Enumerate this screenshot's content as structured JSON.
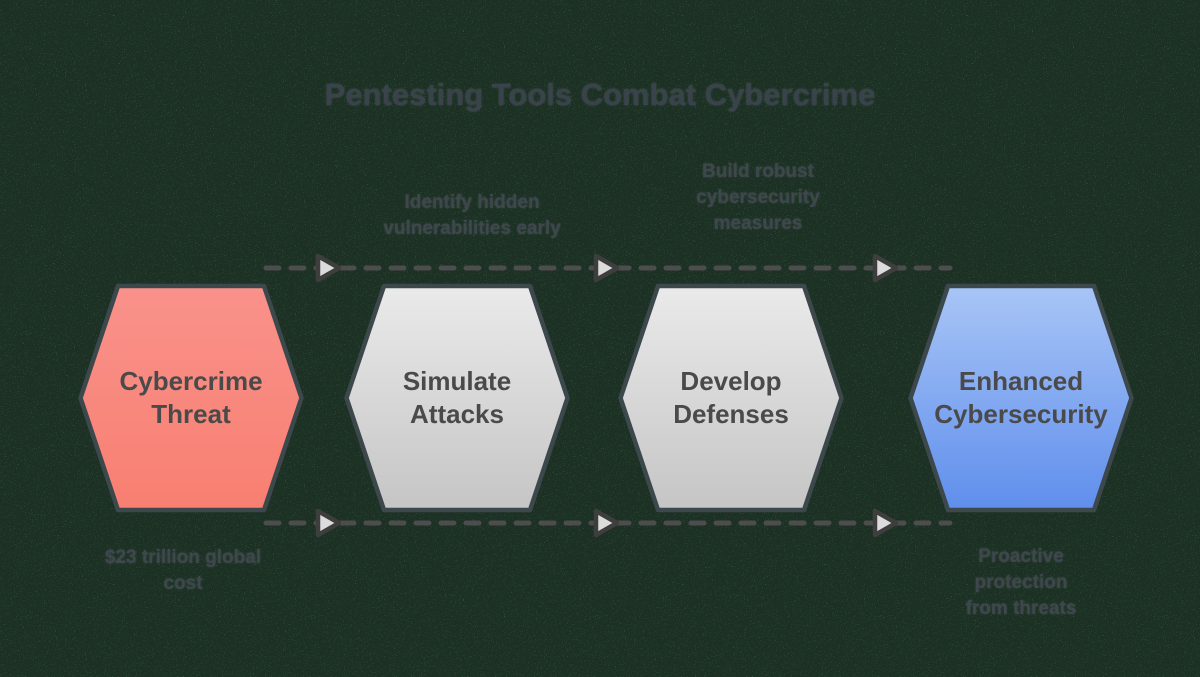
{
  "title": "Pentesting Tools Combat Cybercrime",
  "steps": [
    {
      "label": "Cybercrime Threat",
      "note": "$23 trillion global\ncost",
      "note_position": "below",
      "fill_top": "#f9928b",
      "fill_bottom": "#f87f71"
    },
    {
      "label": "Simulate Attacks",
      "note": "Identify hidden\nvulnerabilities early",
      "note_position": "above",
      "fill_top": "#eaeaea",
      "fill_bottom": "#c5c5c5"
    },
    {
      "label": "Develop Defenses",
      "note": "Build robust\ncybersecurity\nmeasures",
      "note_position": "above",
      "fill_top": "#eaeaea",
      "fill_bottom": "#c5c5c5"
    },
    {
      "label": "Enhanced Cybersecurity",
      "note": "Proactive protection\nfrom threats",
      "note_position": "below",
      "fill_top": "#a8c5f6",
      "fill_bottom": "#5f8eec"
    }
  ],
  "colors": {
    "bg_base": "#3a6149",
    "ink_title": "#3a424c",
    "ink_note": "#3f464e",
    "ink_label": "#4a4a4a",
    "hex_border": "#3d484d",
    "dash": "#4d4d4d",
    "arrow_fill": "#dcdcdc",
    "arrow_stroke": "#3e3e3e"
  }
}
